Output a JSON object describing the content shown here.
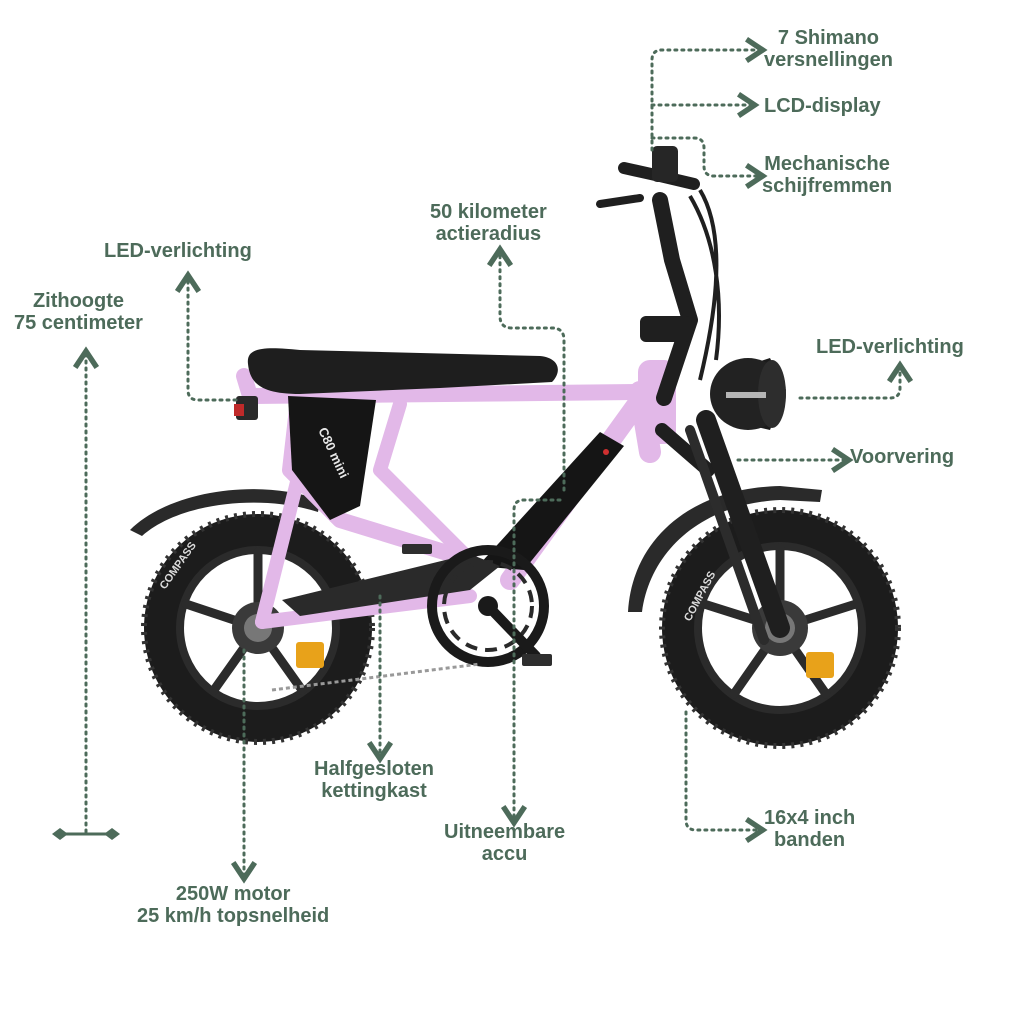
{
  "colors": {
    "annotation": "#4d6b5a",
    "frame": "#e2b8e8",
    "tire": "#1c1c1c",
    "seat": "#1e1e1e",
    "background": "#ffffff"
  },
  "bike": {
    "model_badge": "C80 mini",
    "tire_brand": "COMPASS"
  },
  "callouts": {
    "gears": [
      "7 Shimano",
      "versnellingen"
    ],
    "display": [
      "LCD-display"
    ],
    "brakes": [
      "Mechanische",
      "schijfremmen"
    ],
    "range": [
      "50 kilometer",
      "actieradius"
    ],
    "rear_light": [
      "LED-verlichting"
    ],
    "seat_height": [
      "Zithoogte",
      "75 centimeter"
    ],
    "front_light": [
      "LED-verlichting"
    ],
    "suspension": [
      "Voorvering"
    ],
    "chain_guard": [
      "Halfgesloten",
      "kettingkast"
    ],
    "battery": [
      "Uitneembare",
      "accu"
    ],
    "tires": [
      "16x4 inch",
      "banden"
    ],
    "motor": [
      "250W motor",
      "25 km/h topsnelheid"
    ]
  }
}
